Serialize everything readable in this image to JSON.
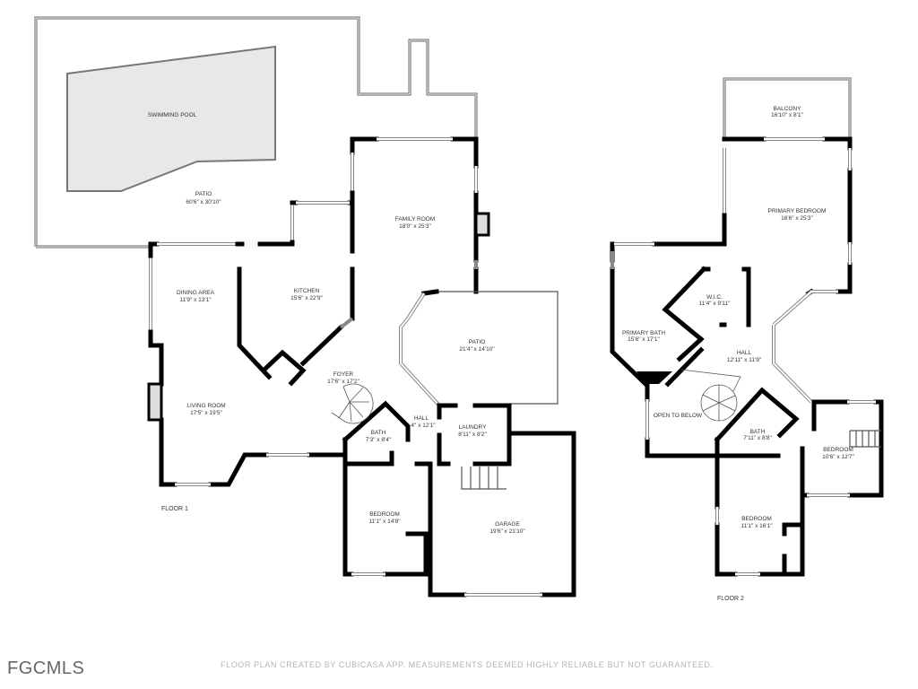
{
  "floor1": {
    "label": "FLOOR 1",
    "rooms": [
      {
        "name": "SWIMMING POOL",
        "dims": ""
      },
      {
        "name": "PATIO",
        "dims": "60'6\" x 30'10\""
      },
      {
        "name": "FAMILY ROOM",
        "dims": "18'0\" x 25'3\""
      },
      {
        "name": "DINING AREA",
        "dims": "11'9\" x 13'1\""
      },
      {
        "name": "KITCHEN",
        "dims": "15'6\" x 22'9\""
      },
      {
        "name": "PATIO",
        "dims": "21'4\" x 14'10\""
      },
      {
        "name": "FOYER",
        "dims": "17'6\" x 17'2\""
      },
      {
        "name": "LIVING ROOM",
        "dims": "17'5\" x 19'5\""
      },
      {
        "name": "HALL",
        "dims": "4\" x 12'1\""
      },
      {
        "name": "BATH",
        "dims": "7'3\" x 8'4\""
      },
      {
        "name": "LAUNDRY",
        "dims": "8'11\" x 8'2\""
      },
      {
        "name": "BEDROOM",
        "dims": "11'1\" x 14'8\""
      },
      {
        "name": "GARAGE",
        "dims": "19'6\" x 21'10\""
      }
    ]
  },
  "floor2": {
    "label": "FLOOR 2",
    "rooms": [
      {
        "name": "BALCONY",
        "dims": "16'10\" x 8'1\""
      },
      {
        "name": "PRIMARY BEDROOM",
        "dims": "16'6\" x 25'3\""
      },
      {
        "name": "W.I.C.",
        "dims": "11'4\" x 9'11\""
      },
      {
        "name": "PRIMARY BATH",
        "dims": "15'6\" x 17'1\""
      },
      {
        "name": "HALL",
        "dims": "12'11\" x 11'9\""
      },
      {
        "name": "OPEN TO BELOW",
        "dims": ""
      },
      {
        "name": "BATH",
        "dims": "7'11\" x 8'8\""
      },
      {
        "name": "BEDROOM",
        "dims": "10'6\" x 12'7\""
      },
      {
        "name": "BEDROOM",
        "dims": "11'1\" x 16'1\""
      }
    ]
  },
  "footer": "FLOOR PLAN CREATED BY CUBICASA APP. MEASUREMENTS DEEMED HIGHLY RELIABLE BUT NOT GUARANTEED.",
  "watermark": "FGCMLS",
  "colors": {
    "wall": "#000000",
    "pool": "#e8e8e8",
    "footer": "#b5b5b5"
  }
}
